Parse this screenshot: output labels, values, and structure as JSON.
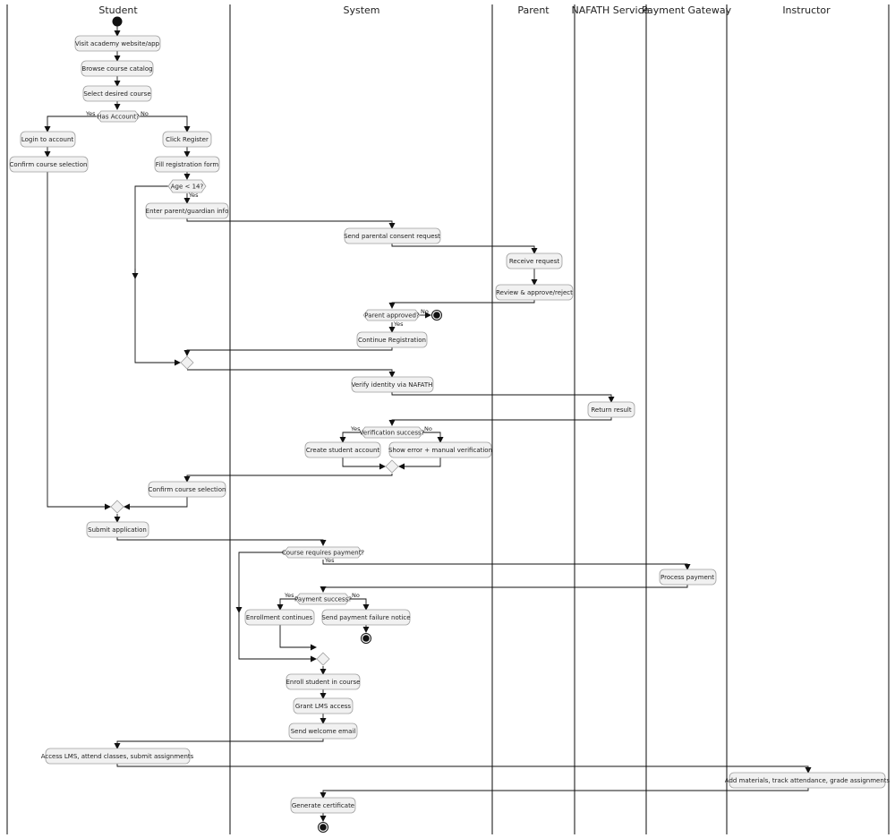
{
  "lanes": [
    "Student",
    "System",
    "Parent",
    "NAFATH Service",
    "Payment Gateway",
    "Instructor"
  ],
  "activities": {
    "visit": "Visit academy website/app",
    "browse": "Browse course catalog",
    "select": "Select desired course",
    "login": "Login to account",
    "confirm1": "Confirm course selection",
    "register": "Click Register",
    "fillform": "Fill registration form",
    "parentinfo": "Enter parent/guardian info",
    "sendconsent": "Send parental consent request",
    "receive": "Receive request",
    "review": "Review & approve/reject",
    "continuereg": "Continue Registration",
    "verify": "Verify identity via NAFATH",
    "returnresult": "Return result",
    "createacct": "Create student account",
    "showerror": "Show error + manual verification",
    "confirm2": "Confirm course selection",
    "submit": "Submit application",
    "processpay": "Process payment",
    "enrollcont": "Enrollment continues",
    "payfail": "Send payment failure notice",
    "enroll": "Enroll student in course",
    "grantlms": "Grant LMS access",
    "welcome": "Send welcome email",
    "accesslms": "Access LMS, attend classes, submit assignments",
    "addmat": "Add materials, track attendance, grade assignments",
    "gencert": "Generate certificate"
  },
  "decisions": {
    "hasaccount": "Has Account?",
    "age": "Age < 14?",
    "parentapproved": "Parent approved?",
    "verification": "Verification success?",
    "coursepay": "Course requires payment?",
    "paysuccess": "Payment success?"
  },
  "guards": {
    "yes": "Yes",
    "no": "No"
  }
}
